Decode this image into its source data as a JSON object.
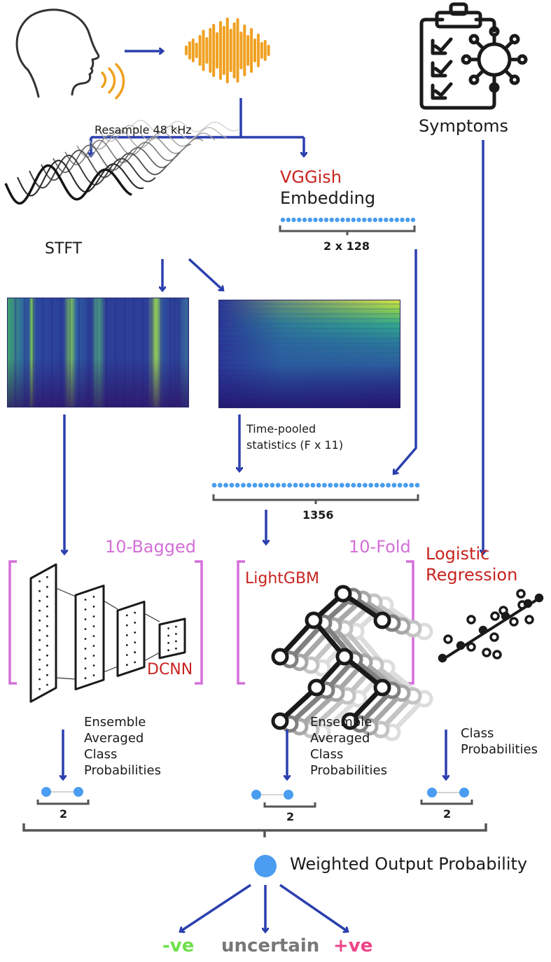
{
  "labels": {
    "resample": "Resample 48 kHz",
    "symptoms": "Symptoms",
    "vggish": "VGGish",
    "embedding": "Embedding",
    "dim_vggish": "2 x 128",
    "stft": "STFT",
    "time_pooled_1": "Time-pooled",
    "time_pooled_2": "statistics (F x 11)",
    "dim_concat": "1356",
    "bagged": "10-Bagged",
    "fold": "10-Fold",
    "dcnn": "DCNN",
    "lightgbm": "LightGBM",
    "logistic_1": "Logistic",
    "logistic_2": "Regression",
    "ensemble_left": [
      "Ensemble",
      "Averaged",
      "Class",
      "Probabilities"
    ],
    "ensemble_mid": [
      "Ensemble",
      "Averaged",
      "Class",
      "Probabilities"
    ],
    "class_prob": [
      "Class",
      "Probabilities"
    ],
    "dim_out_left": "2",
    "dim_out_mid": "2",
    "dim_out_right": "2",
    "weighted": "Weighted Output Probability",
    "neg": "-ve",
    "uncertain": "uncertain",
    "pos": "+ve"
  },
  "colors": {
    "arrow": "#2b3fae",
    "dot": "#4a9df0",
    "orange": "#f0a020",
    "red": "#c8231f",
    "pink": "#d46fd8",
    "green": "#6fe04a",
    "gray": "#777777",
    "magenta": "#ee4488",
    "bracket": "#555555"
  },
  "icons": [
    "head-icon",
    "sound-waves-icon",
    "waveform-icon",
    "clipboard-icon",
    "virus-icon",
    "stft-waves-icon",
    "cnn-layers-icon",
    "tree-icon",
    "regression-icon"
  ]
}
